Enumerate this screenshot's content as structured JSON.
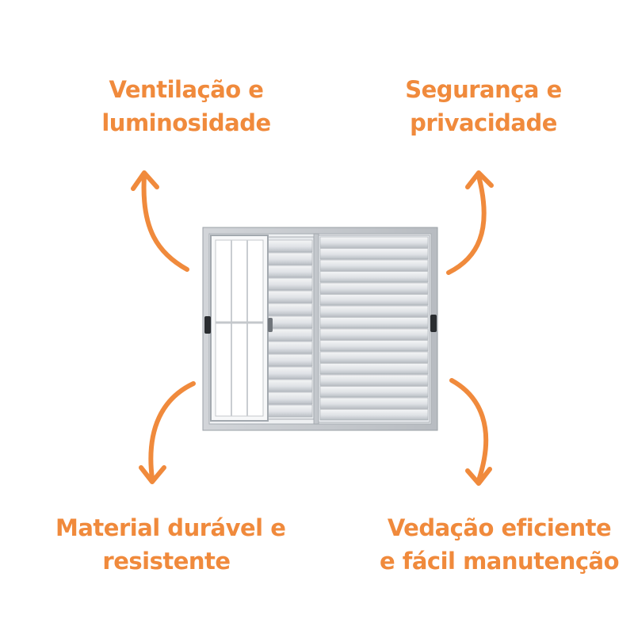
{
  "features": {
    "top_left": {
      "line1": "Ventilação e",
      "line2": "luminosidade"
    },
    "top_right": {
      "line1": "Segurança e",
      "line2": "privacidade"
    },
    "bottom_left": {
      "line1": "Material durável e",
      "line2": "resistente"
    },
    "bottom_right": {
      "line1": "Vedação eficiente",
      "line2": "e fácil manutenção"
    }
  },
  "colors": {
    "accent": "#f08a3c",
    "frame": "#c9cdd2",
    "glass": "#ffffff",
    "louver": "#dde1e5"
  },
  "icons": {
    "window": "sliding-window-with-louvers",
    "arrow": "curved-arrow"
  }
}
